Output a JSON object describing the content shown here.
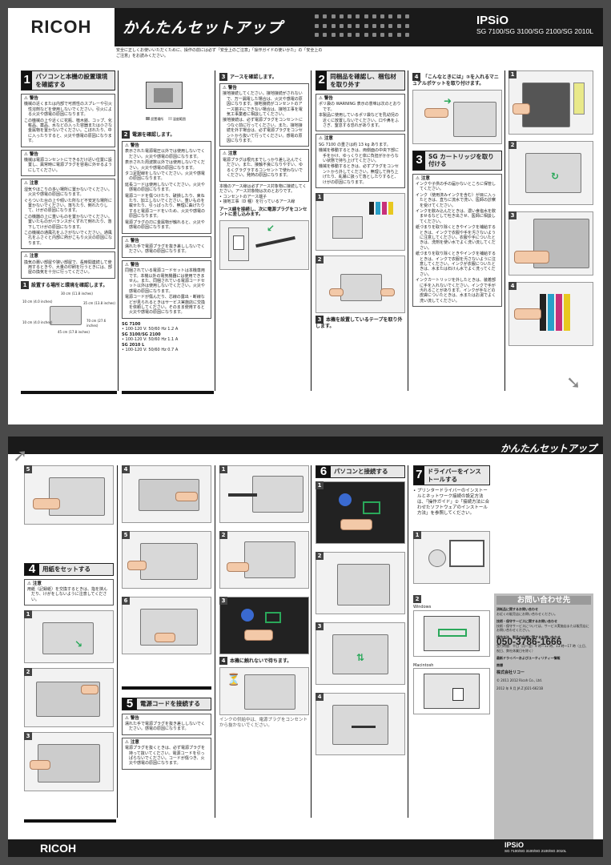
{
  "header": {
    "logo": "RICOH",
    "title": "かんたんセットアップ",
    "brand": "IPSiO",
    "models": "SG 7100/SG 3100/SG 2100/SG 2010L"
  },
  "top_note": "安全に正しくお使いいただくために、操作の前には必ず「安全上のご注意」「操作ガイドの使いかた」の「安全上のご注意」をお読みください。",
  "s1": {
    "num": "1",
    "title": "パソコンと本機の設置環境を確認する",
    "warn_label": "警告",
    "warn1": "機械の近くまたは内部で可燃性のスプレーや引火性溶剤などを使用しないでください。引火による火災や感電の原因になります。",
    "warn2": "この機械の上や近くに花瓶、植木鉢、コップ、化粧品、薬品、水などの入った容器または小さな金属物を置かないでください。こぼれたり、中に入ったりすると、火災や感電の原因になります。",
    "warn3": "機械は電源コンセントにできるだけ近い位置に設置し、異常時に電源プラグを容易に外せるようにしてください。",
    "caution_label": "注意",
    "caution1": "湿気やほこりの多い場所に置かないでください。火災や感電の原因になります。",
    "caution2": "ぐらついた台の上や傾いた所など不安定な場所に置かないでください。落ちたり、倒れたりして、けがの原因になります。",
    "caution3": "この機器の上に重いものを置かないでください。置いたものがバランスがくずれて倒れたり、落下してけがの原因になります。",
    "caution4": "この機械の通風孔をふさがないでください。通風孔をふさぐと内部に熱がこもり火災の原因になります。",
    "caution5": "換気の悪い部屋や狭い部屋で、長時間連続して使用するときや、大量の印刷を行うときには、部屋の換気を十分に行ってください。",
    "step1": "設置する場所と環境を確認します。",
    "dims": [
      "30 cm (11.8 inches)",
      "10 cm (4.0 inches)",
      "35 cm (13.8 inches)",
      "45 cm (17.8 inches)",
      "70 cm (27.6 inches)",
      "10 cm (4.0 inches)"
    ]
  },
  "s1b": {
    "step2": "電源を確認します。",
    "warn_label": "警告",
    "w1": "表示された電源電圧以外では使用しないでください。火災や感電の原因になります。",
    "w2": "表示された周波数以外では使用しないでください。火災や感電の原因になります。",
    "w3": "タコ足配線をしないでください。火災や感電の原因になります。",
    "w4": "延長コードは使用しないでください。火災や感電の原因になります。",
    "w5": "電源コードを傷つけたり、破損したり、束ねたり、加工しないでください。重いものを載せたり、引っぱったり、無理に曲げたりすると電源コードをいため、火災や感電の原因になります。",
    "w6": "電源プラグの刃に金属物が触れると、火災や感電の原因になります。",
    "w7": "濡れた手で電源プラグを抜き差ししないでください。感電の原因になります。",
    "w8": "同梱されている電源コードセットは本機専用です。本機以外の電気機器には使用できません。また、同梱されている電源コードセット以外は使用しないでください。火災や感電の原因になります。",
    "w9": "電源コードが傷んだり、芯線の露出・断線などが見られるときはサービス実施店に交換を依頼してください。そのまま使用すると火災や感電の原因になります。",
    "model1": "SG 7100",
    "spec1": "100-120 V: 50/60 Hz 1.2 A",
    "model2": "SG 3100/SG 2100",
    "spec2": "100-120 V: 50/60 Hz 1.1 A",
    "model3": "SG 2010 L",
    "spec3": "100-120 V: 50/60 Hz 0.7 A",
    "legend1": "設置場所",
    "legend2": "湿度範囲"
  },
  "s1c": {
    "step3": "アースを確認します。",
    "warn_label": "警告",
    "w1": "接地接続してください。接地接続がされないで、万一漏電した場合は、火災や感電の原因になります。接地接続がコンセントのアース端子にできない場合は、接地工事を電気工事業者に相談してください。",
    "w2": "接地接続は、必ず電源プラグをコンセントにつなぐ前に行ってください。また、接地接続を外す場合は、必ず電源プラグをコンセントから抜いて行ってください。感電の原因になります。",
    "caution_label": "注意",
    "c1": "電源プラグは根元までしっかり差し込んでください。また、接触不良になりやすい、ゆるくグラグラするコンセントで使わないでください。発熱の原因になります。",
    "para": "本機のアース線は必ずアース対象物に接続してください。アース対象物は次のとおりです。",
    "items": [
      "コンセントのアース端子",
      "接地工事（D 種）を行っているアース線"
    ],
    "bold": "アース線を接続し、次に電源プラグをコンセントに差し込みます。"
  },
  "s2": {
    "num": "2",
    "title": "同梱品を確認し、梱包材を取り外す",
    "warn_label": "警告",
    "w1": "ポリ袋の WARNING 表示の意味は次のとおりです。",
    "w1b": "本製品に使用しているポリ袋などを乳幼児の近くに放置しないでください。口や鼻をふさぎ、窒息する恐れがあります。",
    "caution_label": "注意",
    "c1": "SG 7100 の重さは約 13 kg あります。",
    "c2": "機械を移動するときは、両側面の中央下部に手をかけ、ゆっくりと体に負担がかからない状態で持ち上げてください。",
    "c3": "機械を移動するときは、必ずプラグをコンセントから外してください。無理して持ち上げたり、乱暴に扱って落としたりすると、けがの原因になります。",
    "step3": "本機を設置しているテープを取り外します。"
  },
  "s3": {
    "num": "3",
    "title": "SG カートリッジを取り付ける",
    "step4": "「こんなときには」③を入れるマニュアルポケットを取り付けます。",
    "caution_label": "注意",
    "c1": "インクや子供の手の届かないところに保管してください。",
    "c2": "インク（使用済みインクを含む）が目に入ったときは、直ちに流水で洗い、医師の診察を受けてください。",
    "c3": "インクを飲み込んだときは、濃い食塩水を飲ませるなどして吐き出させ、医師に相談してください。",
    "c4": "紙づまりを取り除くときやインクを補給するときは、インクで衣服や手を汚さないように注意してください。衣服や手についたときは、洗剤を使い水でよく洗い流してください。",
    "c5": "紙づまりを取り除くときやインクを補給するときは、インクで衣服を汚さないように注意してください。インクが衣服についたときは、水または石けん水でよく洗ってください。",
    "c6": "インクカートリッジを外したときは、装着部に手を入れないでください。インクで手が汚れることがあります。インクが手などの皮膚についたときは、水またはお湯でよく洗い流してください。"
  },
  "s4": {
    "num": "4",
    "title": "用紙をセットする",
    "caution_label": "注意",
    "c1": "用紙（記録紙）を交換するときは、指を挟んだり、けがをしないように注意してください。"
  },
  "s5": {
    "num": "5",
    "title": "電源コードを接続する",
    "warn_label": "警告",
    "w1": "濡れた手で電源プラグを抜き差ししないでください。感電の原因になります。",
    "caution_label": "注意",
    "c1": "電源プラグを抜くときは、必ず電源プラグを持って抜いてください。電源コードを引っぱらないでください。コードが傷つき、火災や感電の原因になります。",
    "step4": "本機に触れないで待ちます。",
    "note": "インクの供給中は、電源プラグをコンセントから抜かないでください。"
  },
  "s6": {
    "num": "6",
    "title": "パソコンと接続する"
  },
  "s7": {
    "num": "7",
    "title": "ドライバーをインストールする",
    "bullet": "プリンタードライバーのインストールとネットワーク接続の設定方法は、「操作ガイド」②「接続方法に合わせたソフトウェアのインストール方法」を参照してください。",
    "windows": "Windows",
    "mac": "Macintosh"
  },
  "contact": {
    "title": "お問い合わせ先",
    "h1": "消耗品に関するお問い合わせ",
    "t1": "お近くの販売店にお問い合わせください。",
    "h2": "技術・保守サービスに関するお問い合わせ",
    "t2": "技術・保守サービスについては、サービス実施店または販売店にお問い合わせください。",
    "h3": "操作方法、製品の仕様に関するお問い合わせ",
    "tel": "050-3786-1666",
    "t3": "受付時間：平日（月〜金）9 時〜12 時、13 時〜17 時（土日、祝日、弊社休業日を除く）",
    "h4": "最新ドライバーおよびユーティリティー情報",
    "h5": "商標",
    "company": "株式会社リコー",
    "copyright": "© 2011 2012 Ricoh Co., Ltd.",
    "code": "2012 年 9 月   JA   Z    J021-6621B"
  },
  "sheet2": {
    "title": "かんたんセットアップ",
    "footer_logo": "RICOH",
    "footer_brand": "IPSiO",
    "footer_models": "SG 7100/SG 3100/SG 2100/SG 2010L"
  }
}
